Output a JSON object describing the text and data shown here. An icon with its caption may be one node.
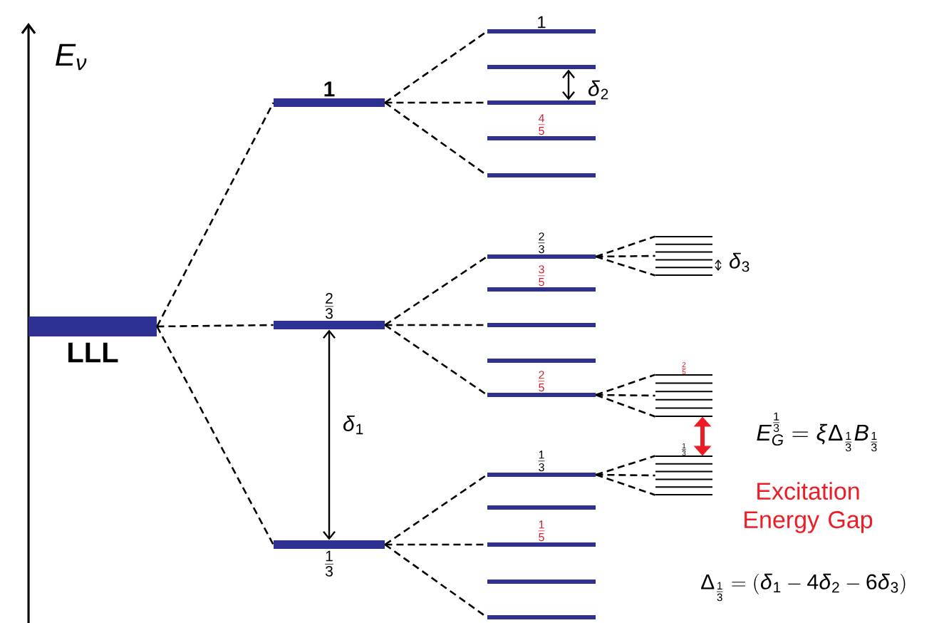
{
  "diagram": {
    "nodes": [
      {
        "text": [
          "LLL"
        ]
      },
      {
        "text": [
          "1"
        ]
      },
      {
        "text": [
          "\\frac{2}{3}"
        ]
      },
      {
        "text": [
          "\\frac{1}{3}"
        ]
      },
      {
        "text": [
          "1"
        ]
      },
      {
        "text": [],
        "shape": "bar"
      },
      {
        "text": [],
        "shape": "bar"
      },
      {
        "text": [
          "\\frac{4}{5}"
        ]
      },
      {
        "text": [],
        "shape": "bar"
      },
      {
        "text": [
          "\\frac{2}{3}"
        ]
      },
      {
        "text": [
          "\\frac{3}{5}"
        ]
      },
      {
        "text": [],
        "shape": "bar"
      },
      {
        "text": [],
        "shape": "bar"
      },
      {
        "text": [
          "\\frac{2}{5}"
        ]
      },
      {
        "text": [
          "\\frac{1}{3}"
        ]
      },
      {
        "text": [],
        "shape": "bar"
      },
      {
        "text": [
          "\\frac{1}{5}"
        ]
      },
      {
        "text": [],
        "shape": "bar"
      },
      {
        "text": [],
        "shape": "bar"
      },
      {
        "text": [],
        "shape": "bar"
      },
      {
        "text": [
          "\\frac{2}{5}"
        ]
      },
      {
        "text": [
          "\\frac{1}{3}"
        ]
      }
    ],
    "edges": [
      {
        "from": 0,
        "to": 1,
        "arrow": "none",
        "style": "dashed"
      },
      {
        "from": 0,
        "to": 2,
        "arrow": "none",
        "style": "dashed"
      },
      {
        "from": 0,
        "to": 3,
        "arrow": "none",
        "style": "dashed"
      },
      {
        "from": 1,
        "to": 4,
        "arrow": "none",
        "style": "dashed"
      },
      {
        "from": 1,
        "to": 6,
        "arrow": "none",
        "style": "dashed"
      },
      {
        "from": 1,
        "to": 8,
        "arrow": "none",
        "style": "dashed"
      },
      {
        "from": 2,
        "to": 9,
        "arrow": "none",
        "style": "dashed"
      },
      {
        "from": 2,
        "to": 11,
        "arrow": "none",
        "style": "dashed"
      },
      {
        "from": 2,
        "to": 13,
        "arrow": "none",
        "style": "dashed"
      },
      {
        "from": 3,
        "to": 14,
        "arrow": "none",
        "style": "dashed"
      },
      {
        "from": 3,
        "to": 16,
        "arrow": "none",
        "style": "dashed"
      },
      {
        "from": 3,
        "to": 18,
        "arrow": "none",
        "style": "dashed"
      },
      {
        "from": 9,
        "to": 19,
        "arrow": "none",
        "style": "dashed"
      },
      {
        "from": 9,
        "to": 19,
        "arrow": "none",
        "style": "dashed"
      },
      {
        "from": 9,
        "to": 19,
        "arrow": "none",
        "style": "dashed"
      },
      {
        "from": 13,
        "to": 20,
        "arrow": "none",
        "style": "dashed"
      },
      {
        "from": 13,
        "to": 20,
        "arrow": "none",
        "style": "dashed"
      },
      {
        "from": 13,
        "to": 20,
        "arrow": "none",
        "style": "dashed"
      },
      {
        "from": 14,
        "to": 21,
        "arrow": "none",
        "style": "dashed"
      },
      {
        "from": 14,
        "to": 21,
        "arrow": "none",
        "style": "dashed"
      },
      {
        "from": 14,
        "to": 21,
        "arrow": "none",
        "style": "dashed"
      },
      {
        "from": 5,
        "to": 6,
        "arrow": "both",
        "label": "\\delta_2"
      },
      {
        "from": 2,
        "to": 3,
        "arrow": "both",
        "label": "\\delta_1"
      },
      {
        "from": 20,
        "to": 21,
        "arrow": "both",
        "style": "thick",
        "color": "#ee1c25"
      }
    ],
    "labels": [
      "E_{\\nu}",
      "\\delta_3",
      "E_{G}^{\\frac{1}{3}}=\\xi\\Delta_{\\frac{1}{3}}B_{\\frac{1}{3}}",
      "Excitation Energy Gap",
      "\\Delta_{\\frac{1}{3}}=(\\delta_1-4\\delta_2-6\\delta_3)"
    ]
  }
}
